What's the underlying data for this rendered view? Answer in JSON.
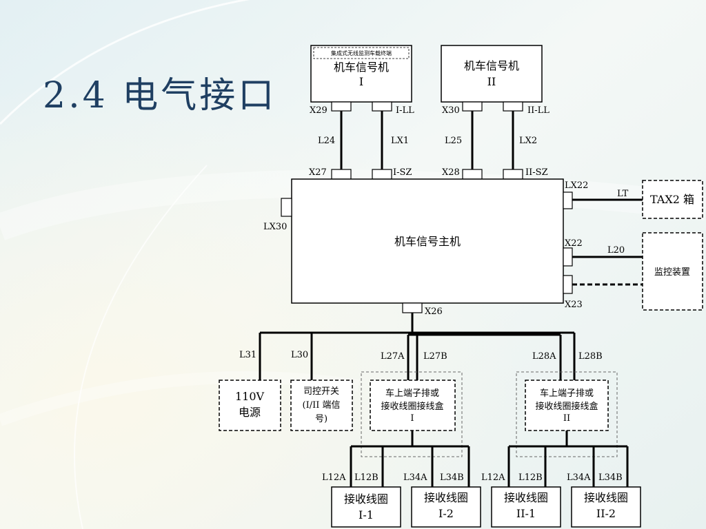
{
  "slide": {
    "title": "2.4 电气接口"
  },
  "diagram": {
    "signal_unit_1": {
      "caption": "集成式无线监测车载终端",
      "line1": "机车信号机",
      "line2": "I"
    },
    "signal_unit_2": {
      "line1": "机车信号机",
      "line2": "II"
    },
    "host": {
      "label": "机车信号主机"
    },
    "tax2": {
      "label": "TAX2 箱"
    },
    "monitor": {
      "label": "监控装置"
    },
    "power": {
      "line1": "110V",
      "line2": "电源"
    },
    "switch": {
      "line1": "司控开关",
      "line2": "(I/II 端信",
      "line3": "号)"
    },
    "terminal_1": {
      "line1": "车上端子排或",
      "line2": "接收线圈接线盒",
      "line3": "I"
    },
    "terminal_2": {
      "line1": "车上端子排或",
      "line2": "接收线圈接线盒",
      "line3": "II"
    },
    "coil_i1": {
      "line1": "接收线圈",
      "line2": "I-1"
    },
    "coil_i2": {
      "line1": "接收线圈",
      "line2": "I-2"
    },
    "coil_ii1": {
      "line1": "接收线圈",
      "line2": "II-1"
    },
    "coil_ii2": {
      "line1": "接收线圈",
      "line2": "II-2"
    },
    "ports": {
      "x29": "X29",
      "i_ll": "I-LL",
      "x30": "X30",
      "ii_ll": "II-LL",
      "x27": "X27",
      "i_sz": "I-SZ",
      "x28": "X28",
      "ii_sz": "II-SZ",
      "lx22": "LX22",
      "lx30": "LX30",
      "x22": "X22",
      "x23": "X23",
      "x26": "X26"
    },
    "lines": {
      "l24": "L24",
      "lx1": "LX1",
      "l25": "L25",
      "lx2": "LX2",
      "lt": "LT",
      "l20": "L20",
      "l31": "L31",
      "l30": "L30",
      "l27a": "L27A",
      "l27b": "L27B",
      "l28a": "L28A",
      "l28b": "L28B",
      "l12a_1": "L12A",
      "l12b_1": "L12B",
      "l34a_1": "L34A",
      "l34b_1": "L34B",
      "l12a_2": "L12A",
      "l12b_2": "L12B",
      "l34a_2": "L34A",
      "l34b_2": "L34B"
    }
  }
}
